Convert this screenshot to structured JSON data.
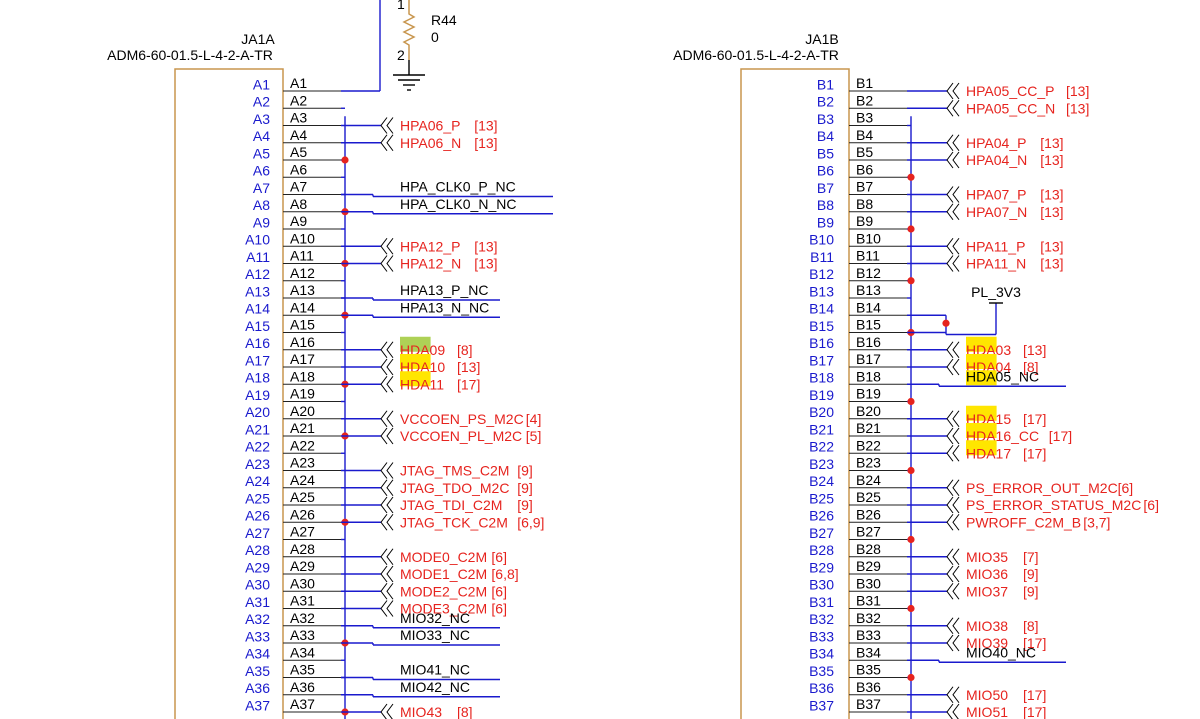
{
  "resistor": {
    "ref": "R44",
    "value": "0",
    "pin1": "1",
    "pin2": "2"
  },
  "power": {
    "name": "PL_3V3"
  },
  "blocks": [
    {
      "id": "JA1A",
      "part": "ADM6-60-01.5-L-4-2-A-TR",
      "prefix": "A",
      "junctions": [
        5,
        8,
        11,
        14,
        18,
        21,
        26,
        33,
        37
      ],
      "nets": [
        {
          "pin": 1,
          "special": "resistor"
        },
        {
          "pin": 3,
          "label": "HPA06_P",
          "ref": "[13]"
        },
        {
          "pin": 4,
          "label": "HPA06_N",
          "ref": "[13]"
        },
        {
          "pin": 7,
          "label": "HPA_CLK0_P_NC",
          "nc": true
        },
        {
          "pin": 8,
          "label": "HPA_CLK0_N_NC",
          "nc": true
        },
        {
          "pin": 10,
          "label": "HPA12_P",
          "ref": "[13]"
        },
        {
          "pin": 11,
          "label": "HPA12_N",
          "ref": "[13]"
        },
        {
          "pin": 13,
          "label": "HPA13_P_NC",
          "nc": true
        },
        {
          "pin": 14,
          "label": "HPA13_N_NC",
          "nc": true
        },
        {
          "pin": 16,
          "label": "HDA09",
          "ref": "[8]",
          "hl": 3,
          "hlColor": "#aed156"
        },
        {
          "pin": 17,
          "label": "HDA10",
          "ref": "[13]",
          "hl": 3
        },
        {
          "pin": 18,
          "label": "HDA11",
          "ref": "[17]",
          "hl": 3
        },
        {
          "pin": 20,
          "label": "VCCOEN_PS_M2C",
          "ref": "[4]"
        },
        {
          "pin": 21,
          "label": "VCCOEN_PL_M2C",
          "ref": "[5]"
        },
        {
          "pin": 23,
          "label": "JTAG_TMS_C2M",
          "ref": "[9]"
        },
        {
          "pin": 24,
          "label": "JTAG_TDO_M2C",
          "ref": "[9]"
        },
        {
          "pin": 25,
          "label": "JTAG_TDI_C2M",
          "ref": "[9]"
        },
        {
          "pin": 26,
          "label": "JTAG_TCK_C2M",
          "ref": "[6,9]"
        },
        {
          "pin": 28,
          "label": "MODE0_C2M",
          "ref": "[6]"
        },
        {
          "pin": 29,
          "label": "MODE1_C2M",
          "ref": "[6,8]"
        },
        {
          "pin": 30,
          "label": "MODE2_C2M",
          "ref": "[6]"
        },
        {
          "pin": 31,
          "label": "MODE3_C2M",
          "ref": "[6]"
        },
        {
          "pin": 32,
          "label": "MIO32_NC",
          "nc": true
        },
        {
          "pin": 33,
          "label": "MIO33_NC",
          "nc": true
        },
        {
          "pin": 35,
          "label": "MIO41_NC",
          "nc": true
        },
        {
          "pin": 36,
          "label": "MIO42_NC",
          "nc": true
        },
        {
          "pin": 37,
          "label": "MIO43",
          "ref": "[8]"
        }
      ]
    },
    {
      "id": "JA1B",
      "part": "ADM6-60-01.5-L-4-2-A-TR",
      "prefix": "B",
      "junctions": [
        6,
        9,
        12,
        15,
        19,
        23,
        27,
        31,
        35
      ],
      "nets": [
        {
          "pin": 1,
          "label": "HPA05_CC_P",
          "ref": "[13]"
        },
        {
          "pin": 2,
          "label": "HPA05_CC_N",
          "ref": "[13]"
        },
        {
          "pin": 4,
          "label": "HPA04_P",
          "ref": "[13]"
        },
        {
          "pin": 5,
          "label": "HPA04_N",
          "ref": "[13]"
        },
        {
          "pin": 7,
          "label": "HPA07_P",
          "ref": "[13]"
        },
        {
          "pin": 8,
          "label": "HPA07_N",
          "ref": "[13]"
        },
        {
          "pin": 10,
          "label": "HPA11_P",
          "ref": "[13]"
        },
        {
          "pin": 11,
          "label": "HPA11_N",
          "ref": "[13]"
        },
        {
          "pin": 14,
          "special": "power"
        },
        {
          "pin": 16,
          "label": "HDA03",
          "ref": "[13]",
          "hl": 3
        },
        {
          "pin": 17,
          "label": "HDA04",
          "ref": "[8]",
          "hl": 3
        },
        {
          "pin": 18,
          "label": "HDA05_NC",
          "nc": true,
          "hl": 3
        },
        {
          "pin": 20,
          "label": "HDA15",
          "ref": "[17]",
          "hl": 3
        },
        {
          "pin": 21,
          "label": "HDA16_CC",
          "ref": "[17]",
          "hl": 3
        },
        {
          "pin": 22,
          "label": "HDA17",
          "ref": "[17]",
          "hl": 3
        },
        {
          "pin": 24,
          "label": "PS_ERROR_OUT_M2C",
          "ref": "[6]"
        },
        {
          "pin": 25,
          "label": "PS_ERROR_STATUS_M2C",
          "ref": "[6]"
        },
        {
          "pin": 26,
          "label": "PWROFF_C2M_B",
          "ref": "[3,7]"
        },
        {
          "pin": 28,
          "label": "MIO35",
          "ref": "[7]"
        },
        {
          "pin": 29,
          "label": "MIO36",
          "ref": "[9]"
        },
        {
          "pin": 30,
          "label": "MIO37",
          "ref": "[9]"
        },
        {
          "pin": 32,
          "label": "MIO38",
          "ref": "[8]"
        },
        {
          "pin": 33,
          "label": "MIO39",
          "ref": "[17]"
        },
        {
          "pin": 34,
          "label": "MIO40_NC",
          "nc": true
        },
        {
          "pin": 36,
          "label": "MIO50",
          "ref": "[17]"
        },
        {
          "pin": 37,
          "label": "MIO51",
          "ref": "[17]"
        }
      ]
    }
  ]
}
